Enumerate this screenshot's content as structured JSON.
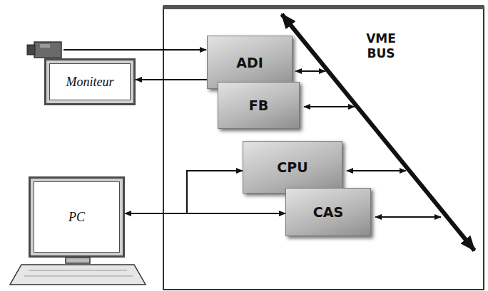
{
  "diagram": {
    "nodes": [
      {
        "text": [
          "ADI"
        ]
      },
      {
        "text": [
          "FB"
        ]
      },
      {
        "text": [
          "CPU"
        ]
      },
      {
        "text": [
          "CAS"
        ]
      },
      {
        "text": [
          "Moniteur"
        ]
      },
      {
        "text": [
          "PC"
        ]
      }
    ],
    "edges": [
      {
        "from": 0,
        "to": 4,
        "arrow": "to"
      },
      {
        "from": 5,
        "to": 2,
        "arrow": "to"
      },
      {
        "from": 5,
        "to": 3,
        "arrow": "both"
      }
    ],
    "labels": [
      "VME BUS"
    ]
  }
}
